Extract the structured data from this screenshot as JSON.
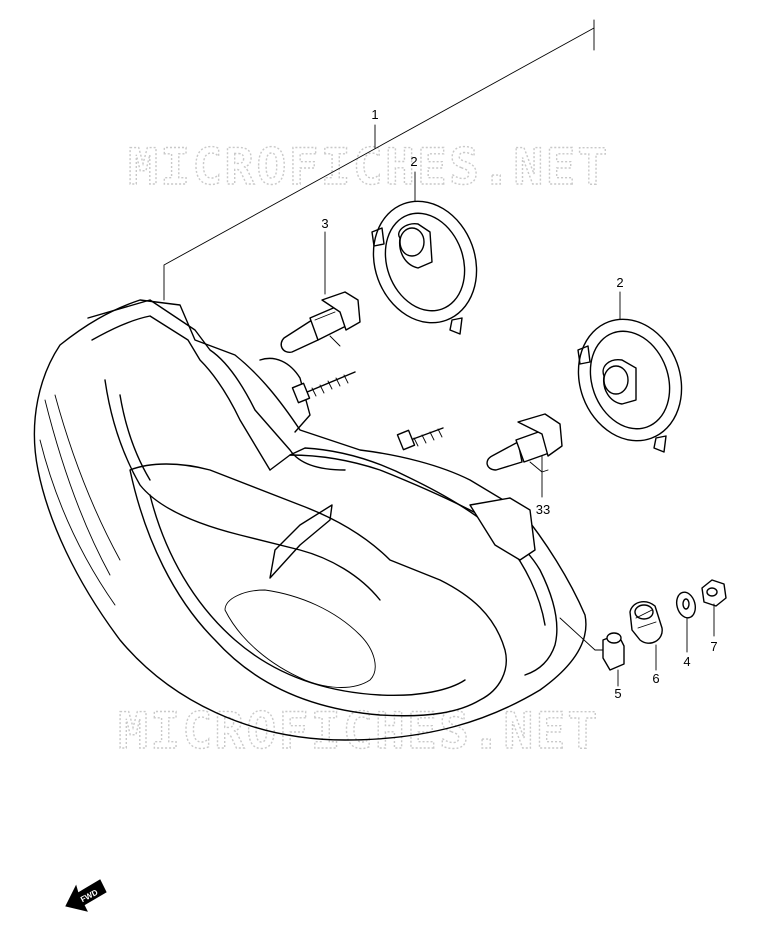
{
  "watermark": "MICROFICHES.NET",
  "callouts": {
    "part_1": "1",
    "part_2a": "2",
    "part_2b": "2",
    "part_3": "3",
    "part_33": "33",
    "part_4": "4",
    "part_5": "5",
    "part_6": "6",
    "part_7": "7"
  },
  "fwd_label": "FWD"
}
